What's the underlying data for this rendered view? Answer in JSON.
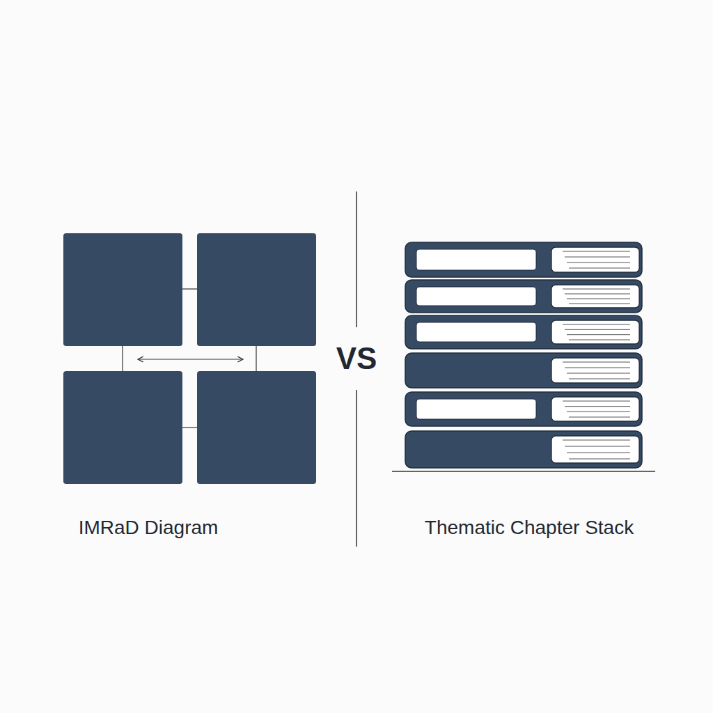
{
  "diagram": {
    "labels": [
      "IMRaD Diagram",
      "VS",
      "Thematic Chapter Stack"
    ]
  }
}
